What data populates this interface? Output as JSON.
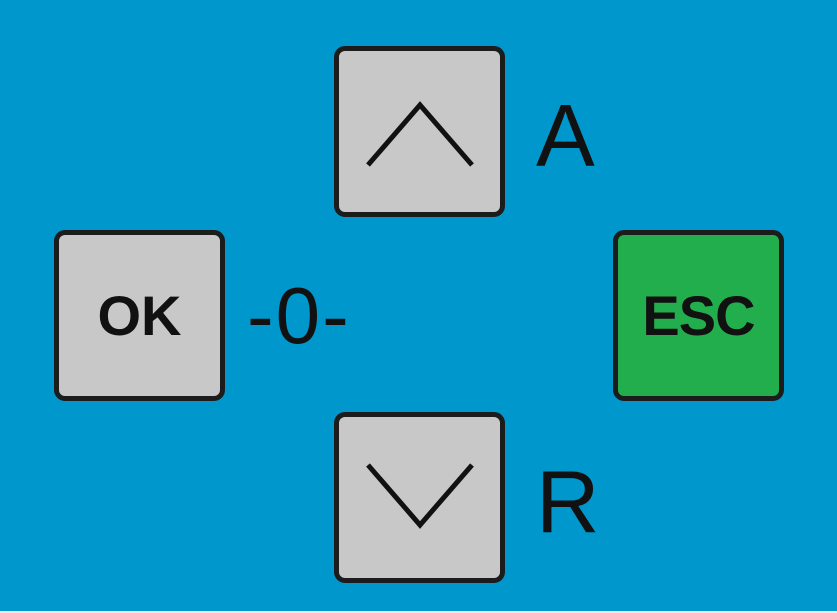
{
  "keypad": {
    "up_key": {
      "icon": "chevron-up-icon",
      "side_label": "A"
    },
    "down_key": {
      "icon": "chevron-down-icon",
      "side_label": "R"
    },
    "ok_key": {
      "label": "OK"
    },
    "esc_key": {
      "label": "ESC"
    },
    "display_value": "-0-"
  },
  "colors": {
    "panel_background": "#0097CC",
    "key_face": "#C8C8C8",
    "esc_face": "#23AE4E",
    "key_border": "#1C1C1C",
    "text": "#111111"
  }
}
